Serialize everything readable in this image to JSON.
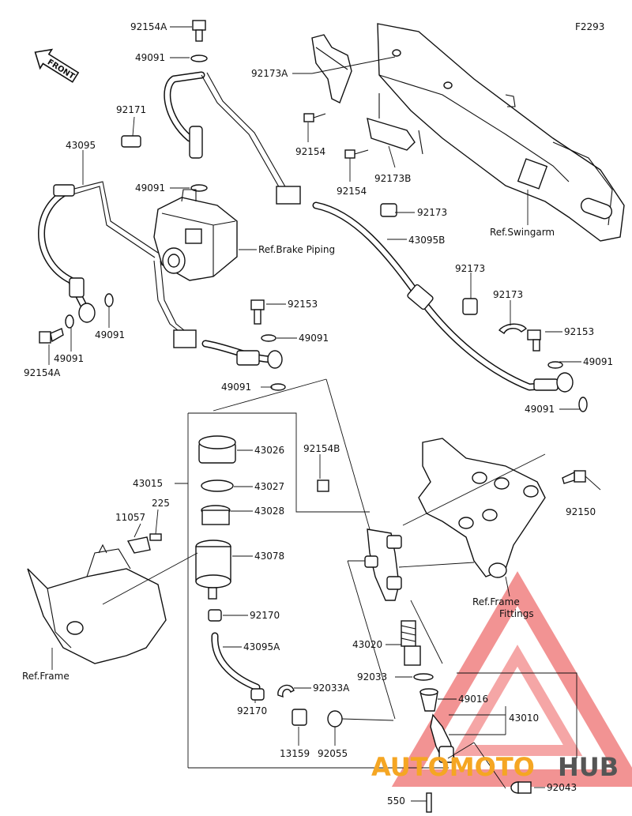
{
  "diagram_code": "F2293",
  "front_label": "FRONT",
  "watermark": {
    "left": "AUTOMOTO",
    "right": "HUB",
    "color_left": "#f5a623",
    "color_right": "#555555",
    "triangle_color": "#e83a3a"
  },
  "labels": [
    {
      "id": "l1",
      "text": "92154A"
    },
    {
      "id": "l2",
      "text": "49091"
    },
    {
      "id": "l3",
      "text": "92173A"
    },
    {
      "id": "l4",
      "text": "92171"
    },
    {
      "id": "l5",
      "text": "43095"
    },
    {
      "id": "l6",
      "text": "92154"
    },
    {
      "id": "l7",
      "text": "92154"
    },
    {
      "id": "l8",
      "text": "92173B"
    },
    {
      "id": "l9",
      "text": "49091"
    },
    {
      "id": "l10",
      "text": "92173"
    },
    {
      "id": "l11",
      "text": "Ref.Swingarm"
    },
    {
      "id": "l12",
      "text": "43095B"
    },
    {
      "id": "l13",
      "text": "Ref.Brake Piping"
    },
    {
      "id": "l14",
      "text": "92173"
    },
    {
      "id": "l15",
      "text": "92173"
    },
    {
      "id": "l16",
      "text": "92153"
    },
    {
      "id": "l17",
      "text": "92153"
    },
    {
      "id": "l18",
      "text": "49091"
    },
    {
      "id": "l19",
      "text": "49091"
    },
    {
      "id": "l20",
      "text": "49091"
    },
    {
      "id": "l21",
      "text": "49091"
    },
    {
      "id": "l22",
      "text": "92154A"
    },
    {
      "id": "l23",
      "text": "49091"
    },
    {
      "id": "l24",
      "text": "49091"
    },
    {
      "id": "l25",
      "text": "43026"
    },
    {
      "id": "l26",
      "text": "92154B"
    },
    {
      "id": "l27",
      "text": "43015"
    },
    {
      "id": "l28",
      "text": "43027"
    },
    {
      "id": "l29",
      "text": "225"
    },
    {
      "id": "l30",
      "text": "11057"
    },
    {
      "id": "l31",
      "text": "43028"
    },
    {
      "id": "l32",
      "text": "92150"
    },
    {
      "id": "l33",
      "text": "43078"
    },
    {
      "id": "l34",
      "text": "Ref.Frame"
    },
    {
      "id": "l35",
      "text": "Fittings"
    },
    {
      "id": "l36",
      "text": "92170"
    },
    {
      "id": "l37",
      "text": "43095A"
    },
    {
      "id": "l38",
      "text": "43020"
    },
    {
      "id": "l39",
      "text": "92033"
    },
    {
      "id": "l40",
      "text": "Ref.Frame"
    },
    {
      "id": "l41",
      "text": "92033A"
    },
    {
      "id": "l42",
      "text": "49016"
    },
    {
      "id": "l43",
      "text": "43010"
    },
    {
      "id": "l44",
      "text": "92170"
    },
    {
      "id": "l45",
      "text": "13159"
    },
    {
      "id": "l46",
      "text": "92055"
    },
    {
      "id": "l47",
      "text": "92043"
    },
    {
      "id": "l48",
      "text": "550"
    }
  ]
}
